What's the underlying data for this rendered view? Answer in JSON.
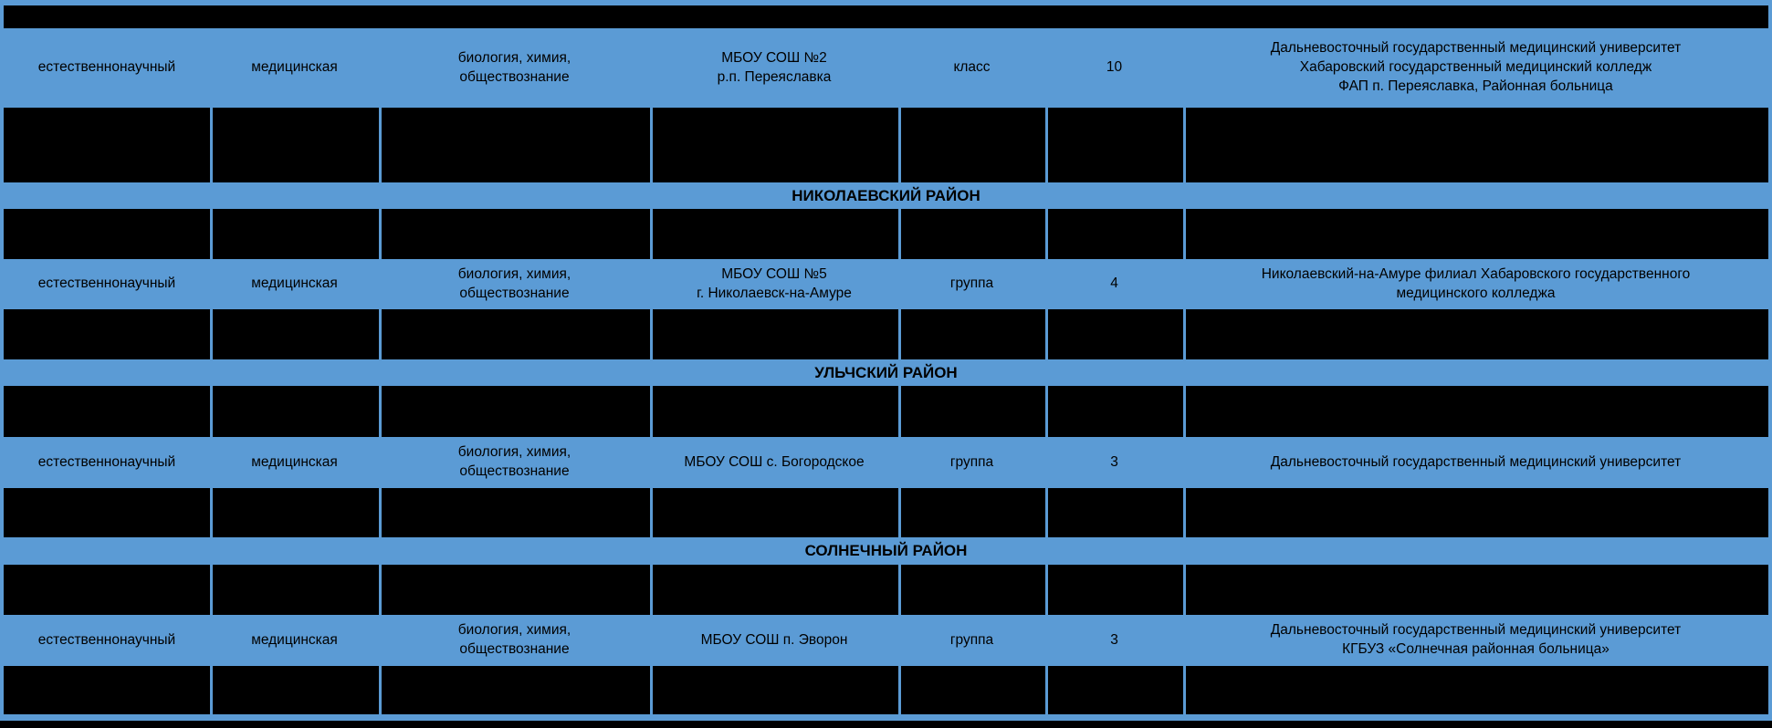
{
  "colors": {
    "accent_blue": "#5b9bd5",
    "redaction_black": "#000000",
    "text_color": "#000000"
  },
  "sections": {
    "nikolaevsky": "НИКОЛАЕВСКИЙ РАЙОН",
    "ulchsky": "УЛЬЧСКИЙ РАЙОН",
    "solnechny": "СОЛНЕЧНЫЙ РАЙОН"
  },
  "rows": [
    {
      "profile": "естественнонаучный",
      "direction": "медицинская",
      "subjects": [
        "биология, химия,",
        "обществознание"
      ],
      "school": [
        "МБОУ СОШ №2",
        "р.п. Переяславка"
      ],
      "form": "класс",
      "count": "10",
      "partners": [
        "Дальневосточный государственный медицинский университет",
        "Хабаровский государственный медицинский колледж",
        "ФАП п. Переяславка, Районная больница"
      ]
    },
    {
      "profile": "естественнонаучный",
      "direction": "медицинская",
      "subjects": [
        "биология, химия,",
        "обществознание"
      ],
      "school": [
        "МБОУ СОШ №5",
        "г. Николаевск-на-Амуре"
      ],
      "form": "группа",
      "count": "4",
      "partners": [
        "Николаевский-на-Амуре филиал Хабаровского государственного",
        "медицинского колледжа"
      ]
    },
    {
      "profile": "естественнонаучный",
      "direction": "медицинская",
      "subjects": [
        "биология, химия,",
        "обществознание"
      ],
      "school": [
        "МБОУ СОШ с. Богородское"
      ],
      "form": "группа",
      "count": "3",
      "partners": [
        "Дальневосточный государственный медицинский университет"
      ]
    },
    {
      "profile": "естественнонаучный",
      "direction": "медицинская",
      "subjects": [
        "биология, химия,",
        "обществознание"
      ],
      "school": [
        "МБОУ СОШ п. Эворон"
      ],
      "form": "группа",
      "count": "3",
      "partners": [
        "Дальневосточный государственный медицинский университет",
        "КГБУЗ «Солнечная районная больница»"
      ]
    }
  ]
}
